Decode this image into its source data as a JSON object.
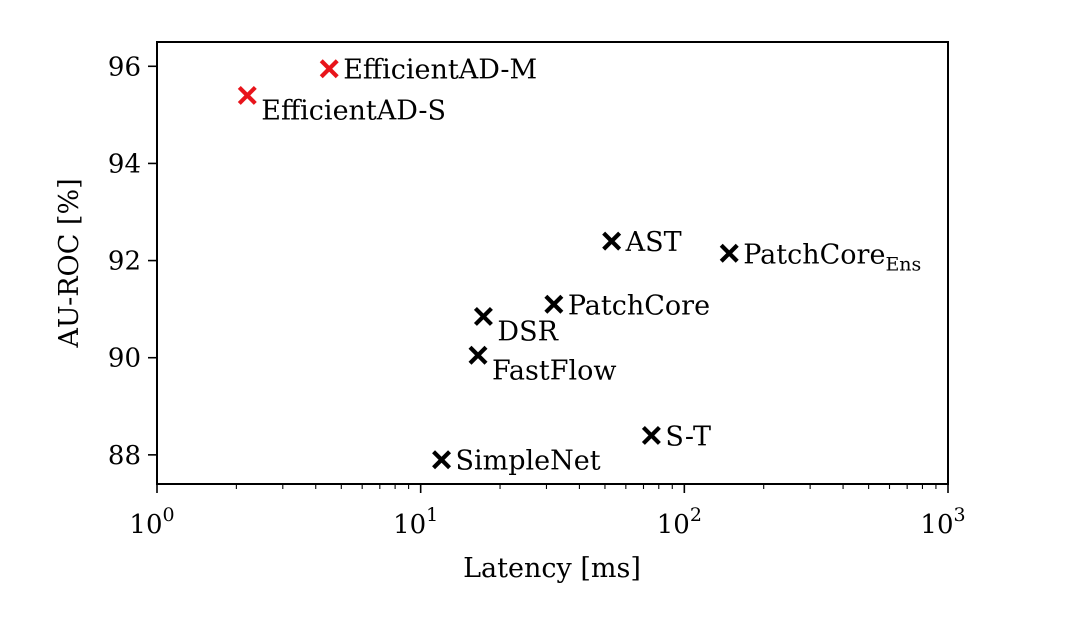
{
  "chart_data": {
    "type": "scatter",
    "title": "",
    "xlabel": "Latency [ms]",
    "ylabel": "AU-ROC [%]",
    "x_scale": "log",
    "xlim": [
      1,
      1000
    ],
    "ylim": [
      87.4,
      96.5
    ],
    "grid": false,
    "x_ticks": [
      {
        "value": 1,
        "base": "10",
        "exp": "0"
      },
      {
        "value": 10,
        "base": "10",
        "exp": "1"
      },
      {
        "value": 100,
        "base": "10",
        "exp": "2"
      },
      {
        "value": 1000,
        "base": "10",
        "exp": "3"
      }
    ],
    "y_ticks": [
      {
        "value": 88,
        "label": "88"
      },
      {
        "value": 90,
        "label": "90"
      },
      {
        "value": 92,
        "label": "92"
      },
      {
        "value": 94,
        "label": "94"
      },
      {
        "value": 96,
        "label": "96"
      }
    ],
    "points": [
      {
        "label": "EfficientAD-M",
        "sub": "",
        "x": 4.5,
        "y": 95.95,
        "color": "#e8141b",
        "label_pos": "right"
      },
      {
        "label": "EfficientAD-S",
        "sub": "",
        "x": 2.2,
        "y": 95.4,
        "color": "#e8141b",
        "label_pos": "right-below"
      },
      {
        "label": "AST",
        "sub": "",
        "x": 53,
        "y": 92.4,
        "color": "#000000",
        "label_pos": "right"
      },
      {
        "label": "PatchCore",
        "sub": "Ens",
        "x": 148,
        "y": 92.15,
        "color": "#000000",
        "label_pos": "right"
      },
      {
        "label": "PatchCore",
        "sub": "",
        "x": 32,
        "y": 91.1,
        "color": "#000000",
        "label_pos": "right"
      },
      {
        "label": "DSR",
        "sub": "",
        "x": 17.3,
        "y": 90.85,
        "color": "#000000",
        "label_pos": "right-below"
      },
      {
        "label": "FastFlow",
        "sub": "",
        "x": 16.5,
        "y": 90.05,
        "color": "#000000",
        "label_pos": "right-below"
      },
      {
        "label": "S-T",
        "sub": "",
        "x": 75,
        "y": 88.4,
        "color": "#000000",
        "label_pos": "right"
      },
      {
        "label": "SimpleNet",
        "sub": "",
        "x": 12,
        "y": 87.9,
        "color": "#000000",
        "label_pos": "right"
      }
    ]
  }
}
